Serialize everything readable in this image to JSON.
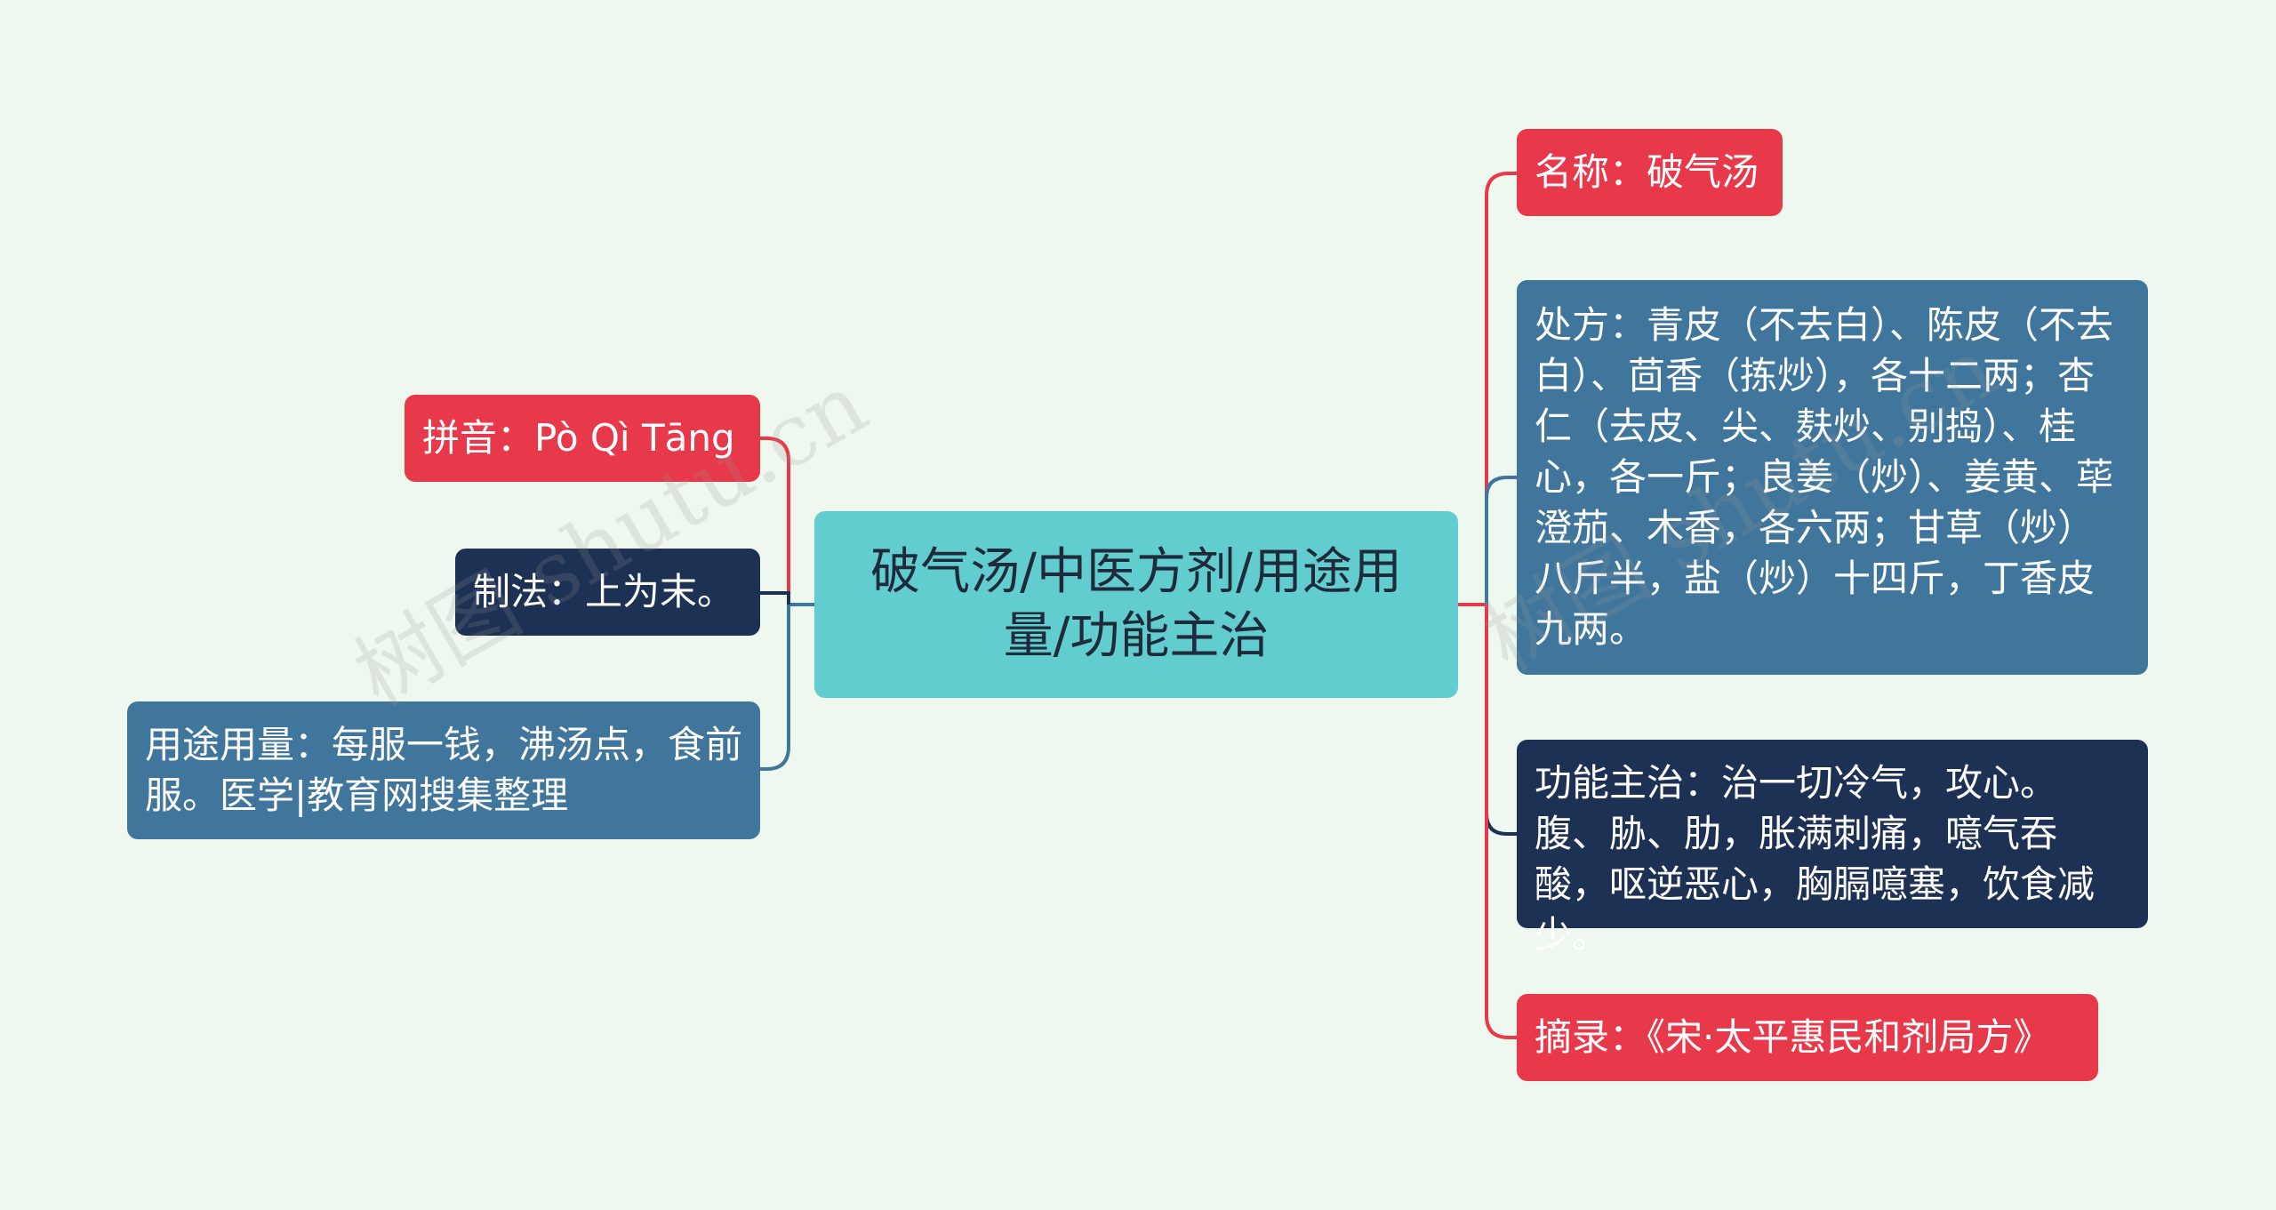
{
  "center": {
    "text": "破气汤/中医方剂/用途用量/功能主治"
  },
  "left_nodes": [
    {
      "text": "拼音：Pò Qì Tāng",
      "color": "#e8394a"
    },
    {
      "text": "制法：上为末。",
      "color": "#1d3154"
    },
    {
      "text": "用途用量：每服一钱，沸汤点，食前服。医学|教育网搜集整理",
      "color": "#40769c"
    }
  ],
  "right_nodes": [
    {
      "text": "名称：破气汤",
      "color": "#e8394a"
    },
    {
      "text": "处方：青皮（不去白）、陈皮（不去白）、茴香（拣炒），各十二两；杏仁（去皮、尖、麸炒、别捣）、桂心，各一斤；良姜（炒）、姜黄、荜澄茄、木香，各六两；甘草（炒）八斤半，盐（炒）十四斤，丁香皮九两。",
      "color": "#40769c"
    },
    {
      "text": "功能主治：治一切冷气，攻心。腹、胁、肋，胀满刺痛，噫气吞酸，呕逆恶心，胸膈噫塞，饮食减少。",
      "color": "#1d3154"
    },
    {
      "text": "摘录：《宋·太平惠民和剂局方》",
      "color": "#e8394a"
    }
  ],
  "watermarks": [
    "树图 shutu.cn",
    "树图 shutu.cn"
  ]
}
